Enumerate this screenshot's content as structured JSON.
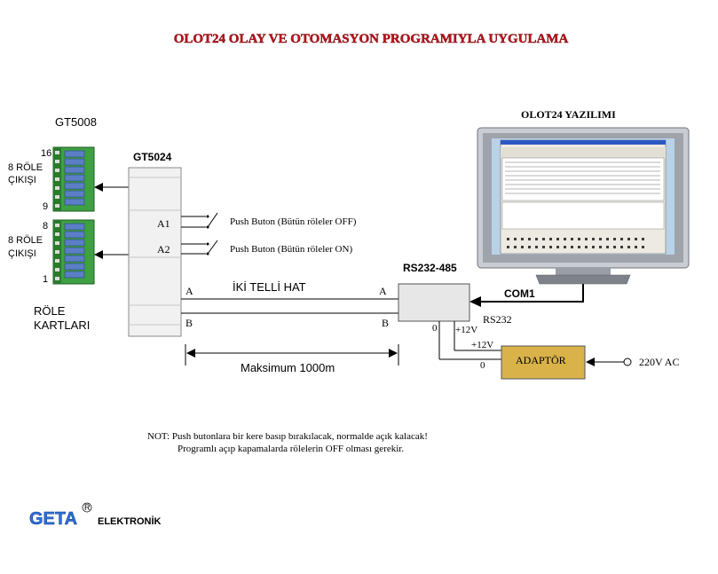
{
  "title": "OLOT24  OLAY VE OTOMASYON PROGRAMIYLA UYGULAMA",
  "labels": {
    "gt5008": "GT5008",
    "gt5024": "GT5024",
    "software": "OLOT24 YAZILIMI",
    "relay_out_1a": "8 RÖLE",
    "relay_out_1b": "ÇIKIŞI",
    "relay_out_2a": "8 RÖLE",
    "relay_out_2b": "ÇIKIŞI",
    "n16": "16",
    "n9": "9",
    "n8": "8",
    "n1": "1",
    "role_kart_a": "RÖLE",
    "role_kart_b": "KARTLARI",
    "a1": "A1",
    "a2": "A2",
    "push_off": "Push Buton (Bütün röleler OFF)",
    "push_on": "Push Buton (Bütün röleler ON)",
    "rs232_485": "RS232-485",
    "a_left": "A",
    "b_left": "B",
    "a_right": "A",
    "b_right": "B",
    "iki_telli": "İKİ TELLİ HAT",
    "com1": "COM1",
    "rs232": "RS232",
    "zero1": "0",
    "plus12a": "+12V",
    "plus12b": "+12V",
    "zero2": "0",
    "adaptor": "ADAPTÖR",
    "ac220": "220V AC",
    "maks": "Maksimum 1000m"
  },
  "note": {
    "line1": "NOT: Push butonlara bir kere basıp bırakılacak, normalde açık kalacak!",
    "line2": "Programlı açıp kapamalarda rölelerin OFF olması gerekir."
  },
  "brand": {
    "name": "GETA",
    "reg": "R",
    "sub": "ELEKTRONİK"
  },
  "colors": {
    "title_red": "#c1121f",
    "relay_green": "#3ea043",
    "relay_blue": "#5a7fc7",
    "adaptor_fill": "#d9b24a",
    "brand_blue": "#2f6fd6"
  }
}
